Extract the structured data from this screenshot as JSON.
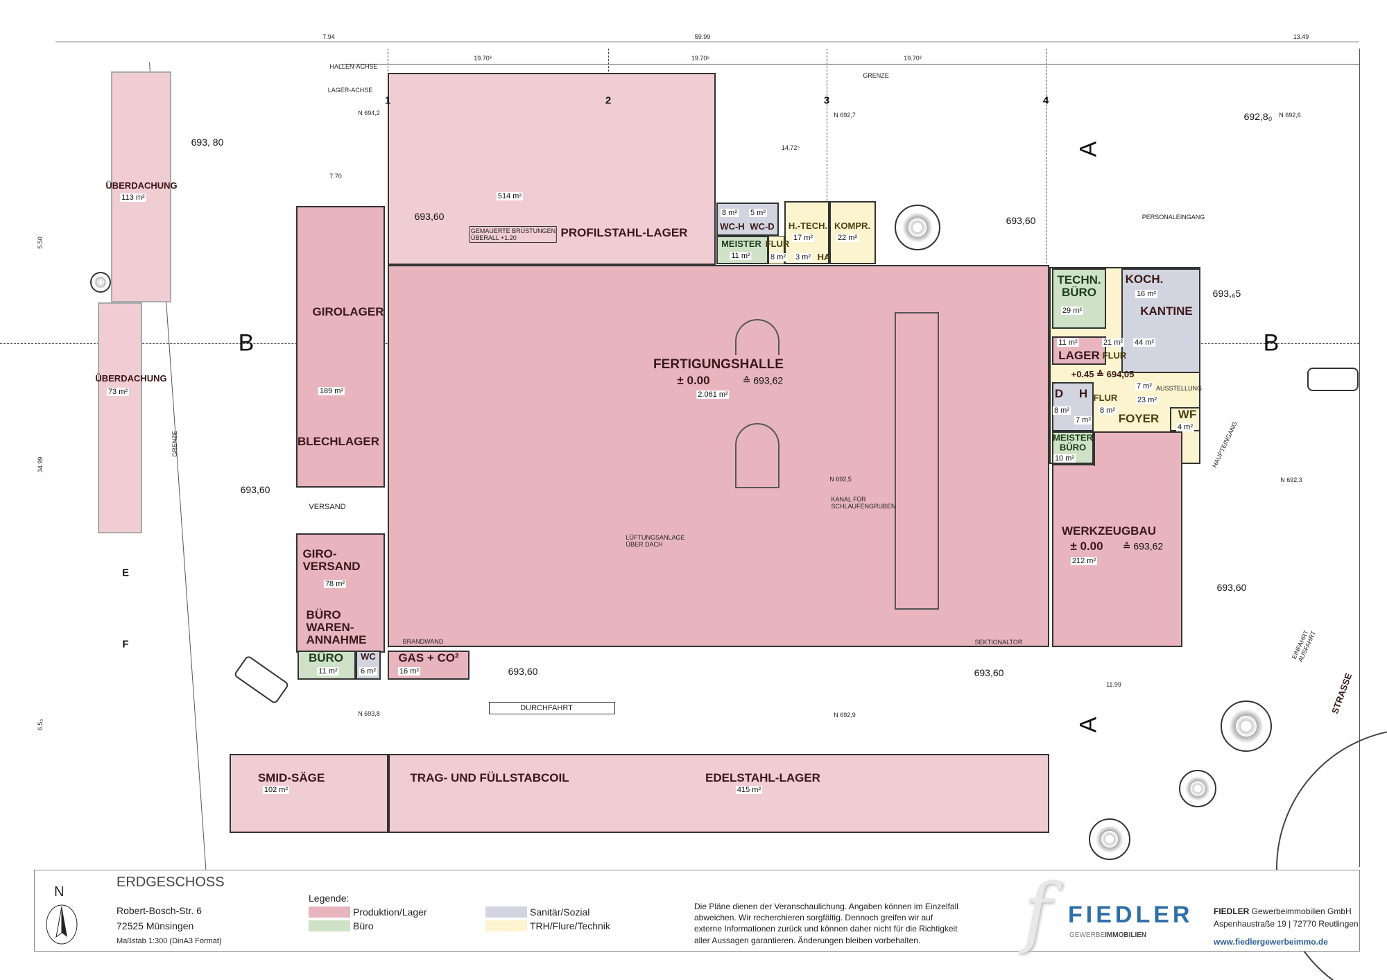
{
  "plan": {
    "floor": "ERDGESCHOSS",
    "rooms": [
      {
        "label": "PROFILSTAHL-LAGER",
        "area": "514 m²"
      },
      {
        "label": "GIROLAGER",
        "area": "189 m²"
      },
      {
        "label": "BLECHLAGER",
        "area": ""
      },
      {
        "label": "FERTIGUNGSHALLE",
        "area": "2.061 m²"
      },
      {
        "label": "WERKZEUGBAU",
        "area": "212 m²"
      },
      {
        "label": "GIRO-\nVERSAND",
        "area": "78 m²"
      },
      {
        "label": "BÜRO\nWAREN-\nANNAHME",
        "area": ""
      },
      {
        "label": "BÜRO",
        "area": "11 m²"
      },
      {
        "label": "WC",
        "area": "6 m²"
      },
      {
        "label": "GAS + CO²",
        "area": "16 m²"
      },
      {
        "label": "ÜBERDACHUNG",
        "area": "113 m²"
      },
      {
        "label": "ÜBERDACHUNG",
        "area": "73 m²"
      },
      {
        "label": "WC-H",
        "area": "8 m²"
      },
      {
        "label": "WC-D",
        "area": "5 m²"
      },
      {
        "label": "MEISTER",
        "area": "11 m²"
      },
      {
        "label": "FLUR",
        "area": "8 m²"
      },
      {
        "label": "H.-TECH.",
        "area": "17 m²"
      },
      {
        "label": "HA",
        "area": "3 m²"
      },
      {
        "label": "KOMPR.",
        "area": "22 m²"
      },
      {
        "label": "TECHN.\nBÜRO",
        "area": "29 m²"
      },
      {
        "label": "KOCH.",
        "area": "16 m²"
      },
      {
        "label": "KANTINE",
        "area": "44 m²"
      },
      {
        "label": "LAGER",
        "area": "11 m²"
      },
      {
        "label": "FLUR",
        "area": "21 m²"
      },
      {
        "label": "D",
        "area": "8 m²"
      },
      {
        "label": "H",
        "area": "7 m²"
      },
      {
        "label": "FLUR",
        "area": "8 m²"
      },
      {
        "label": "FOYER",
        "area": "23 m²"
      },
      {
        "label": "WF",
        "area": "4 m²"
      },
      {
        "label": "MEISTER\nBÜRO",
        "area": "10 m²"
      },
      {
        "label": "SMID-SÄGE",
        "area": "102 m²"
      },
      {
        "label": "TRAG- UND FÜLLSTABCOIL",
        "area": ""
      },
      {
        "label": "EDELSTAHL-LAGER",
        "area": "415 m²"
      }
    ],
    "hall_level": "± 0.00",
    "hall_level_abs": "≙ 693,62",
    "werkzeug_level": "± 0.00",
    "werkzeug_level_abs": "≙ 693,62",
    "office_level": "+0.45 ≙ 694,05",
    "stair_area": "7 m²",
    "ausstellung": "AUSSTELLUNG",
    "grid": [
      "1",
      "2",
      "3",
      "4",
      "B",
      "B",
      "E",
      "F",
      "A",
      "A"
    ],
    "dimensions": {
      "total": "59.99",
      "left": "7.94",
      "right": "13.49",
      "seg1": "19.70³",
      "seg2": "19.70⁵",
      "seg3": "19.70³",
      "depth": "34.99",
      "d1": "14.72⁵",
      "d2": "11.99",
      "d3": "7.70",
      "d4": "5.50",
      "d5": "6.5₀"
    },
    "elevations": [
      "693, 80",
      "693,60",
      "693,60",
      "693,60",
      "693,60",
      "693,60",
      "693,60",
      "692,8₀",
      "693,₆5",
      "N 694,2",
      "N 692,7",
      "N 692,6",
      "N 692,5",
      "N 692,3",
      "N 693,8",
      "N 692,9"
    ],
    "annotations": {
      "grenze": "GRENZE",
      "grenze2": "GRENZE",
      "durchfahrt": "DURCHFAHRT",
      "versand": "VERSAND",
      "strasse": "STRASSE",
      "haupteingang": "HAUPTEINGANG",
      "personaleingang": "PERSONALEINGANG",
      "einfahrt": "EINFAHRT\nAUSFAHRT",
      "brueste": "GEMAUERTE BRÜSTUNGEN\nÜBERALL +1.20",
      "lueftung": "LÜFTUNGSANLAGE\nÜBER DACH",
      "kanal": "KANAL FÜR\nSCHLAUFENGRUBEN",
      "hallenachse": "HALLEN-ACHSE",
      "lagerachse": "LAGER-ACHSE",
      "brandwand": "BRANDWAND",
      "sektionaltor": "SEKTIONALTOR"
    }
  },
  "footer": {
    "north": "N",
    "title": "ERDGESCHOSS",
    "street": "Robert-Bosch-Str. 6",
    "city": "72525 Münsingen",
    "scale": "Maßstab 1:300 (DinA3 Format)",
    "legend_title": "Legende:",
    "legend": [
      {
        "label": "Produktion/Lager",
        "color": "#e8b5bf"
      },
      {
        "label": "Büro",
        "color": "#cfe2c7"
      },
      {
        "label": "Sanitär/Sozial",
        "color": "#d2d5e0"
      },
      {
        "label": "TRH/Flure/Technik",
        "color": "#fbf4cf"
      }
    ],
    "disclaimer": "Die Pläne dienen der Veranschaulichung. Angaben können im Einzelfall\nabweichen. Wir recherchieren sorgfältig. Dennoch greifen wir auf\nexterne Informationen zurück und können daher nicht für die Richtigkeit\naller Aussagen garantieren. Änderungen bleiben vorbehalten.",
    "logo_letter": "f",
    "logo_name": "FIEDLER",
    "logo_sub_light": "GEWERBE",
    "logo_sub_bold": "IMMOBILIEN",
    "company_bold": "FIEDLER",
    "company_rest": " Gewerbeimmobilien GmbH",
    "address": "Aspenhaustraße 19 | 72770 Reutlingen",
    "website": "www.fiedlergewerbeimmo.de",
    "brand_color": "#2f6fa8"
  }
}
